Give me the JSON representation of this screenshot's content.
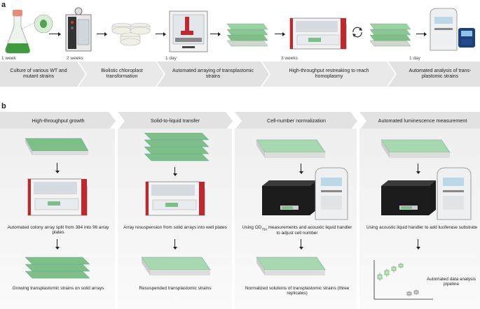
{
  "panel_a": {
    "letter": "a",
    "durations": [
      "1 week",
      "2 weeks",
      "1 day",
      "3 weeks",
      "1 day"
    ],
    "steps": [
      "Culture of various WT and mutant strains",
      "Biolistic chloroplast transformation",
      "Automated arraying of transplastomic strains",
      "High-throughput restreaking to reach homoplasmy",
      "Automated analysis of trans- plastomic strains"
    ]
  },
  "panel_b": {
    "letter": "b",
    "columns": [
      {
        "header": "High-throughput growth",
        "captions": [
          "Automated colony array split from 384 into 96 array plates",
          "Growing transplastomic strains on solid arrays"
        ]
      },
      {
        "header": "Solid-to-liquid transfer",
        "captions": [
          "Array resuspension from solid arrays into well plates",
          "Resuspended transplastomic strains"
        ]
      },
      {
        "header": "Cell-number normalization",
        "caption1_pre": "Using OD",
        "caption1_sub": "750",
        "caption1_post": " measurements and acoustic liquid handler to adjust cell number",
        "caption2": "Normalized solutions of transplastomic strains (three replicates)"
      },
      {
        "header": "Automated luminescence measurement",
        "captions": [
          "Using acoustic liquid handler to add luciferase substrate",
          "Automated data analysis pipeline"
        ]
      }
    ]
  },
  "colors": {
    "plate_green": "#7dbf86",
    "flask_green": "#3f9b3f",
    "robot_red": "#c0282f",
    "chevron_gray": "#e6e6e6"
  },
  "icons": [
    "flask-icon",
    "gene-gun-icon",
    "agar-plates-icon",
    "arraying-robot-icon",
    "plate-stack-icon",
    "rotoR-robot-icon",
    "cycle-icon",
    "plate-reader-icon",
    "acoustic-handler-icon",
    "box-plot-icon"
  ]
}
